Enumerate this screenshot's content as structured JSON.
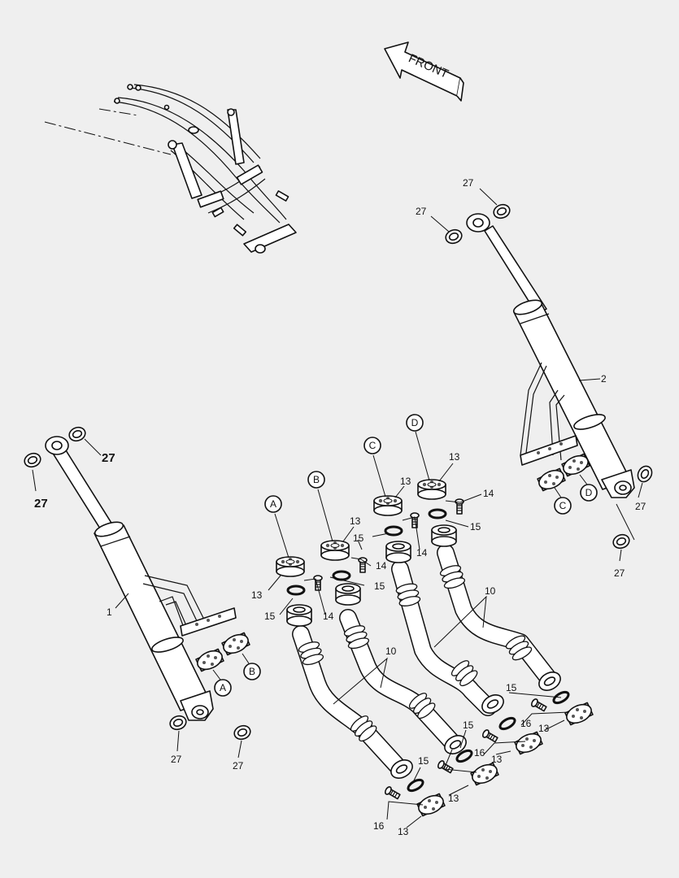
{
  "diagram": {
    "front_label": "FRONT",
    "letters": {
      "a": "A",
      "b": "B",
      "c": "C",
      "d": "D"
    },
    "callouts": {
      "c1": "1",
      "c2": "2",
      "c10": "10",
      "c13": "13",
      "c14": "14",
      "c15": "15",
      "c16": "16",
      "c27": "27"
    },
    "colors": {
      "background": "#efefef",
      "line": "#111111",
      "fill": "#ffffff"
    }
  }
}
